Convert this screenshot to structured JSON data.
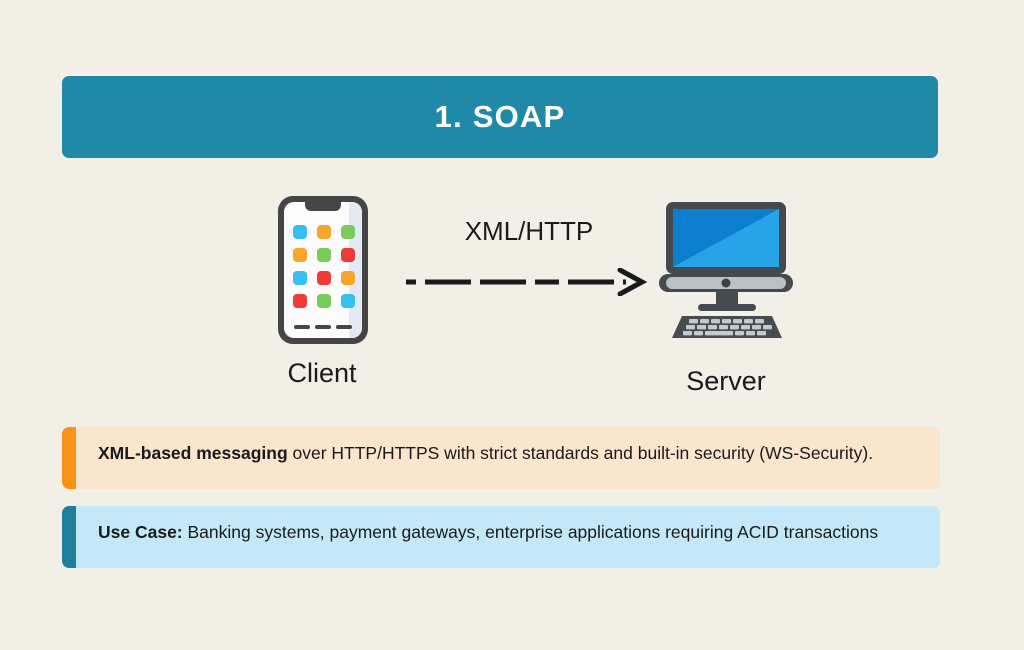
{
  "page": {
    "background_color": "#F2EFE6"
  },
  "header": {
    "title": "1. SOAP",
    "background_color": "#2189A8",
    "text_color": "#FFFFFF"
  },
  "diagram": {
    "client": {
      "label": "Client",
      "icon": "smartphone-icon",
      "frame_color": "#454545",
      "screen_color": "#FCFCFC",
      "app_icons": [
        {
          "color": "#35C0F0"
        },
        {
          "color": "#F8A52C"
        },
        {
          "color": "#7BCB5B"
        },
        {
          "color": "#F8A52C"
        },
        {
          "color": "#7BCB5B"
        },
        {
          "color": "#EE3B38"
        },
        {
          "color": "#35C0F0"
        },
        {
          "color": "#EE3B38"
        },
        {
          "color": "#F8A52C"
        },
        {
          "color": "#EE3B38"
        },
        {
          "color": "#7BCB5B"
        },
        {
          "color": "#35C0F0"
        }
      ],
      "dock_bars": 3
    },
    "connection": {
      "label": "XML/HTTP",
      "style": "dashed-arrow",
      "direction": "client-to-server",
      "line_color": "#1A1A1A"
    },
    "server": {
      "label": "Server",
      "icon": "desktop-computer-icon",
      "bezel_color": "#444A4E",
      "screen_color": "#0B7FCE",
      "screen_highlight_color": "#29A3E8",
      "chin_color": "#B9C0C6",
      "keyboard_color": "#474C50",
      "key_color": "#C3CBD2"
    }
  },
  "cards": [
    {
      "accent_color": "#F89219",
      "background_color": "#FAE5CD",
      "strong_text": "XML-based messaging",
      "body_text": " over HTTP/HTTPS with strict standards and built-in security (WS-Security)."
    },
    {
      "accent_color": "#1F7E9C",
      "background_color": "#C4E8F7",
      "strong_text": "Use Case:",
      "body_text": " Banking systems, payment gateways, enterprise applications requiring ACID transactions"
    }
  ]
}
